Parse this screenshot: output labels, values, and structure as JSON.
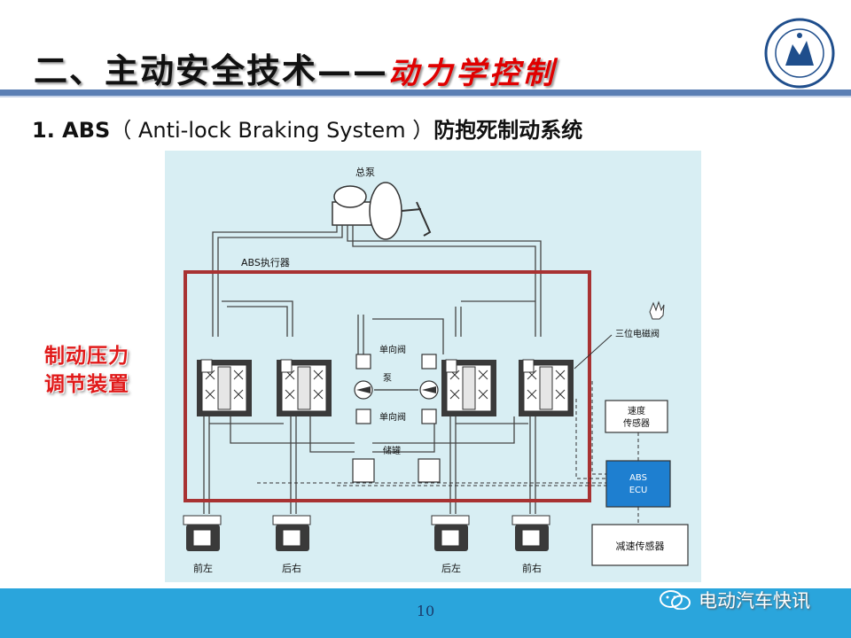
{
  "slide": {
    "title_main": "二、主动安全技术——",
    "title_sub": "动力学控制",
    "subtitle_prefix": "1. ABS",
    "subtitle_middle": "（ Anti-lock Braking System ）",
    "subtitle_suffix": "防抱死制动系统",
    "side_label_line1": "制动压力",
    "side_label_line2": "调节装置",
    "page_number": "10",
    "watermark": "电动汽车快讯"
  },
  "diagram": {
    "master_cylinder": "总泵",
    "actuator": "ABS执行器",
    "check_valve_top": "单向阀",
    "pump": "泵",
    "check_valve_bottom": "单向阀",
    "reservoir": "储罐",
    "solenoid_valve": "三位电磁阀",
    "speed_sensor_line1": "速度",
    "speed_sensor_line2": "传感器",
    "ecu_line1": "ABS",
    "ecu_line2": "ECU",
    "decel_sensor": "减速传感器",
    "wheel_front_left": "前左",
    "wheel_rear_right": "后右",
    "wheel_rear_left": "后左",
    "wheel_front_right": "前右"
  },
  "colors": {
    "accent_red": "#e00000",
    "rule_blue": "#5b7fb4",
    "footer_blue": "#2aa5dc",
    "diagram_bg": "#d8eef3",
    "ecu_blue": "#1e7fd0",
    "highlight_box": "#a83232"
  },
  "icons": {
    "logo": "university-seal-icon",
    "watermark": "wechat-icon",
    "cursor": "hand-cursor-icon"
  }
}
